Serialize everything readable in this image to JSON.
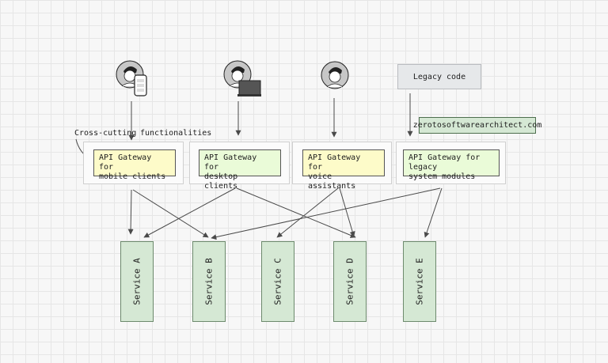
{
  "annotation": {
    "left": "Cross-cutting",
    "right": "functionalities"
  },
  "watermark": "zerotosoftwarearchitect.com",
  "legacy_code": "Legacy code",
  "gateways": [
    {
      "label": "API Gateway for\nmobile clients",
      "color": "#fdfbc9"
    },
    {
      "label": "API Gateway for\ndesktop clients",
      "color": "#eafbd8"
    },
    {
      "label": "API Gateway for\nvoice assistants",
      "color": "#fdfbc9"
    },
    {
      "label": "API Gateway for legacy\nsystem modules",
      "color": "#eafbd8"
    }
  ],
  "services": [
    {
      "label": "Service A"
    },
    {
      "label": "Service B"
    },
    {
      "label": "Service C"
    },
    {
      "label": "Service D"
    },
    {
      "label": "Service E"
    }
  ],
  "clients": [
    {
      "icon": "user-with-phone-icon"
    },
    {
      "icon": "user-with-laptop-icon"
    },
    {
      "icon": "user-icon"
    }
  ]
}
